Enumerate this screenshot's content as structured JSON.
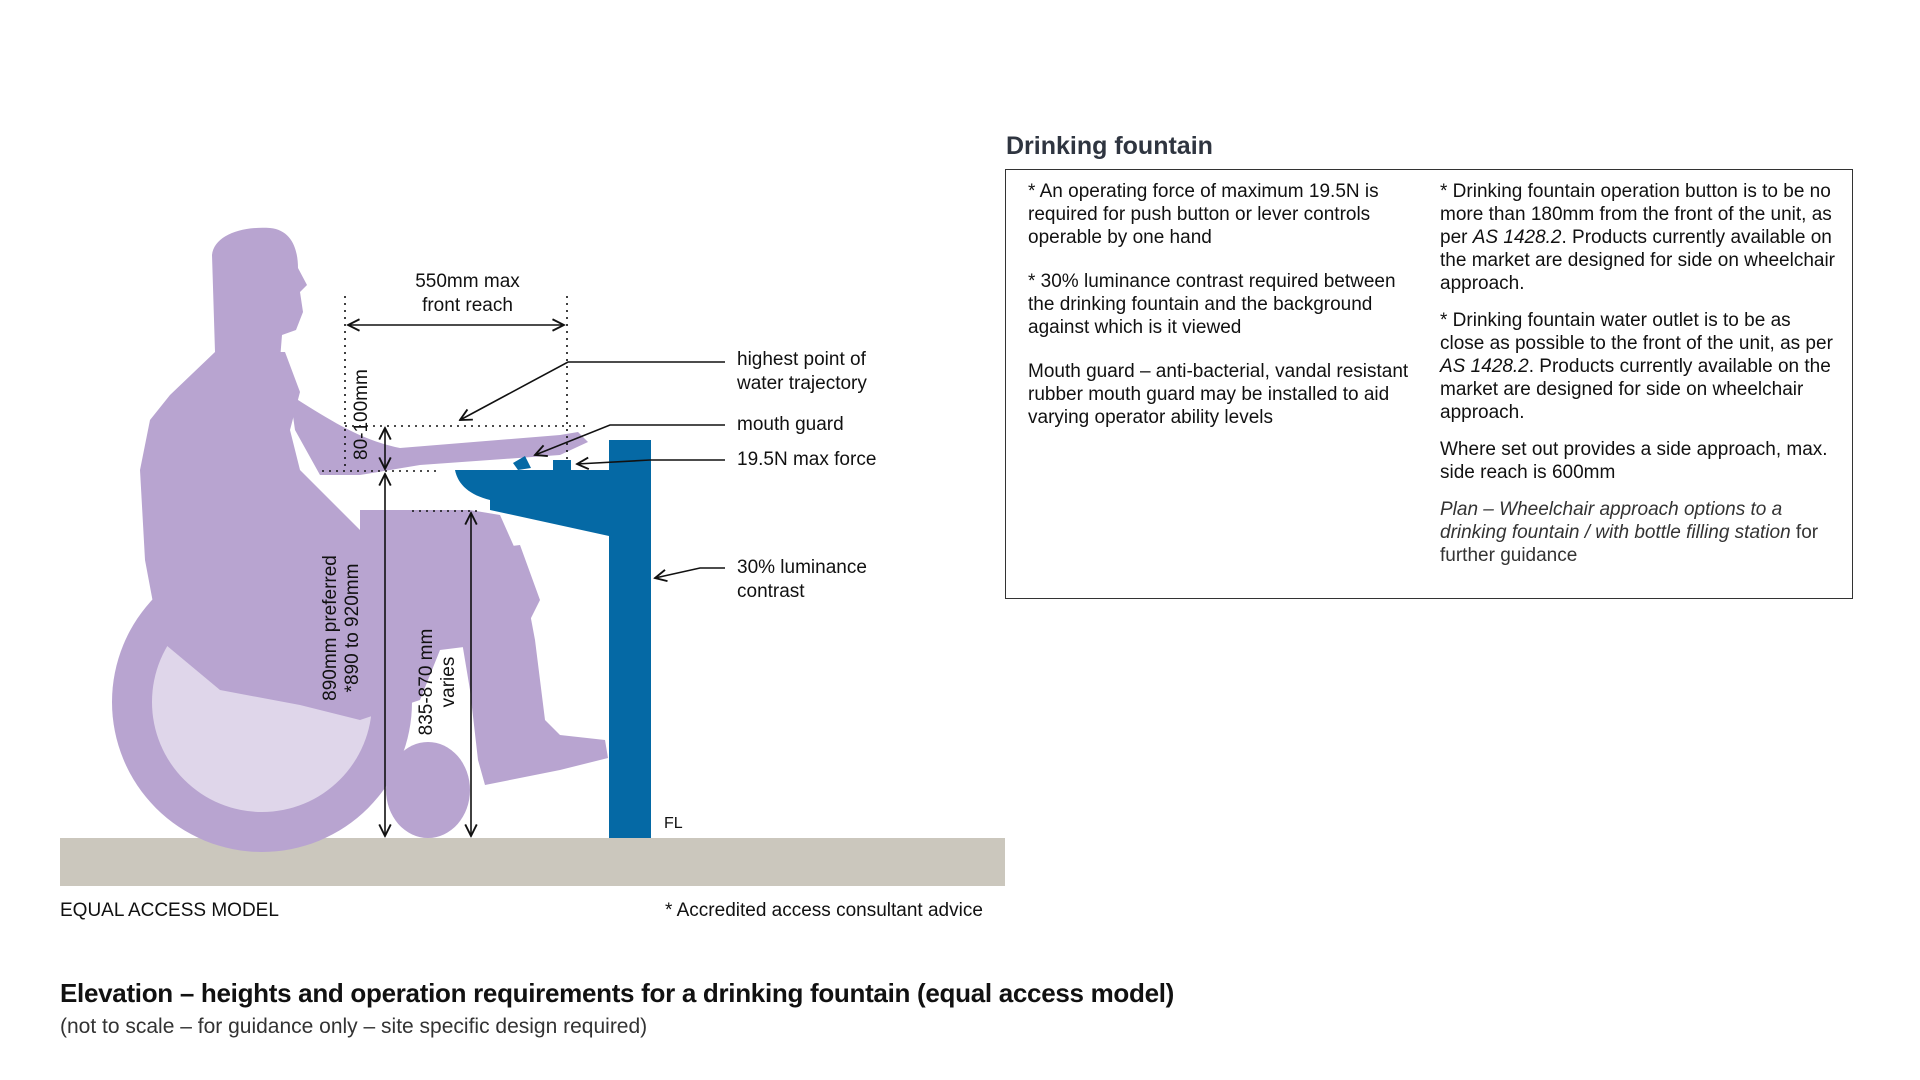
{
  "colors": {
    "figure": "#b8a4d0",
    "fountain": "#0569a5",
    "floor": "#cbc7bd",
    "text": "#111111",
    "panel_title": "#2f3540"
  },
  "diagram": {
    "reach_label_line1": "550mm max",
    "reach_label_line2": "front reach",
    "clearance_label": "80-100mm",
    "height_label_line1": "890mm preferred",
    "height_label_line2": "*890 to 920mm",
    "knee_label_line1": "835-870 mm",
    "knee_label_line2": "varies",
    "callouts": {
      "water_line1": "highest point of",
      "water_line2": "water trajectory",
      "mouth_guard": "mouth guard",
      "max_force": "19.5N max force",
      "contrast_line1": "30% luminance",
      "contrast_line2": "contrast"
    },
    "floor_label": "FL",
    "caption_left": "EQUAL ACCESS MODEL",
    "caption_right": "* Accredited access consultant advice"
  },
  "panel": {
    "title": "Drinking fountain",
    "left": [
      "* An operating force of maximum 19.5N is required for push button or lever controls operable by one hand",
      "* 30% luminance contrast required between the drinking fountain and the background against which is it viewed",
      "Mouth guard – anti-bacterial, vandal resistant rubber mouth guard may be installed to aid varying operator ability levels"
    ],
    "right": {
      "p1_a": "* Drinking fountain operation button is to be no more than 180mm from the front of the unit, as per ",
      "p1_std": "AS 1428.2",
      "p1_b": ". Products currently available on the market are designed for side on wheelchair approach.",
      "p2_a": "* Drinking fountain water outlet is to be as close as possible to the front of the unit, as per ",
      "p2_std": "AS 1428.2",
      "p2_b": ". Products currently available on the market are designed for side on wheelchair approach.",
      "p3": "Where set out provides a side approach, max. side reach is 600mm",
      "p4_ital": "Plan – Wheelchair approach options to a drinking fountain / with bottle filling station",
      "p4_rest": " for further guidance"
    }
  },
  "footer": {
    "title": "Elevation – heights and operation requirements for a drinking fountain (equal access model)",
    "subtitle": "(not to scale – for guidance only – site specific design required)"
  }
}
